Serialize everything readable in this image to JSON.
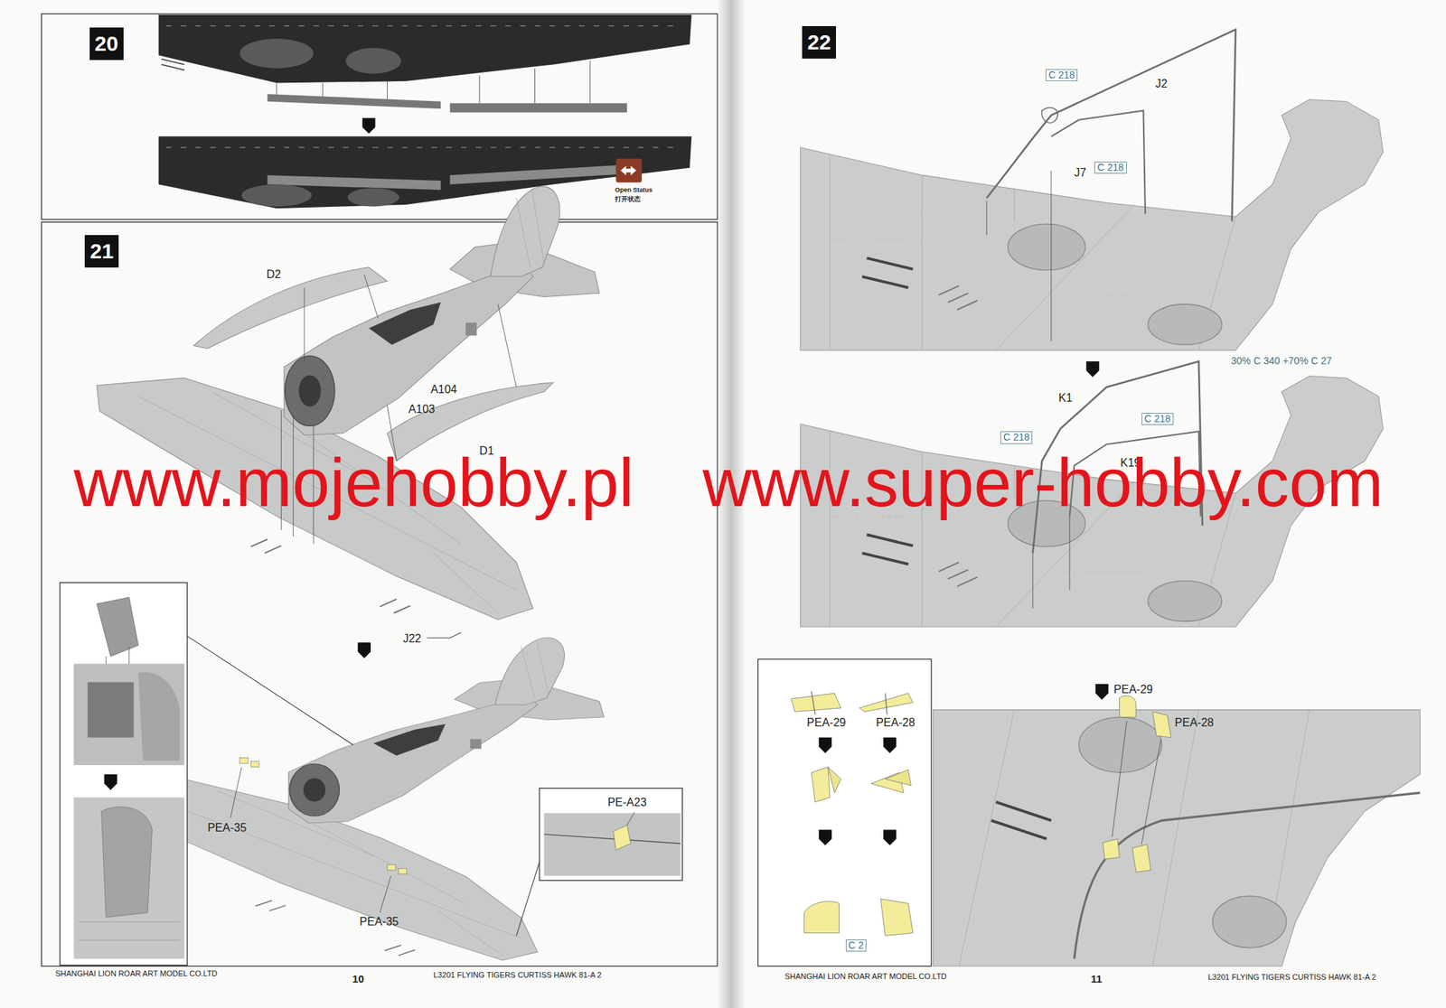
{
  "diagram": {
    "nodes": [
      {
        "text": [
          "20"
        ]
      },
      {
        "text": [
          "21"
        ]
      },
      {
        "text": [
          "22"
        ]
      }
    ],
    "labels": [
      "Open Status",
      "打开状态",
      "D2",
      "A104",
      "A103",
      "D1",
      "J22",
      "PEA-35",
      "PEA-35",
      "PE-A23",
      "C 218",
      "J2",
      "J7",
      "C 218",
      "30% C 340 +70% C 27",
      "K1",
      "C 218",
      "C 218",
      "K19",
      "PEA-29",
      "PEA-28",
      "C 2",
      "PEA-29",
      "PEA-28",
      "www.mojehobby.pl",
      "www.super-hobby.com",
      "SHANGHAI LION ROAR ART MODEL CO.LTD",
      "10",
      "L3201 FLYING TIGERS CURTISS HAWK 81-A 2",
      "SHANGHAI LION ROAR ART MODEL CO.LTD",
      "11",
      "L3201 FLYING TIGERS CURTISS HAWK 81-A 2"
    ]
  }
}
